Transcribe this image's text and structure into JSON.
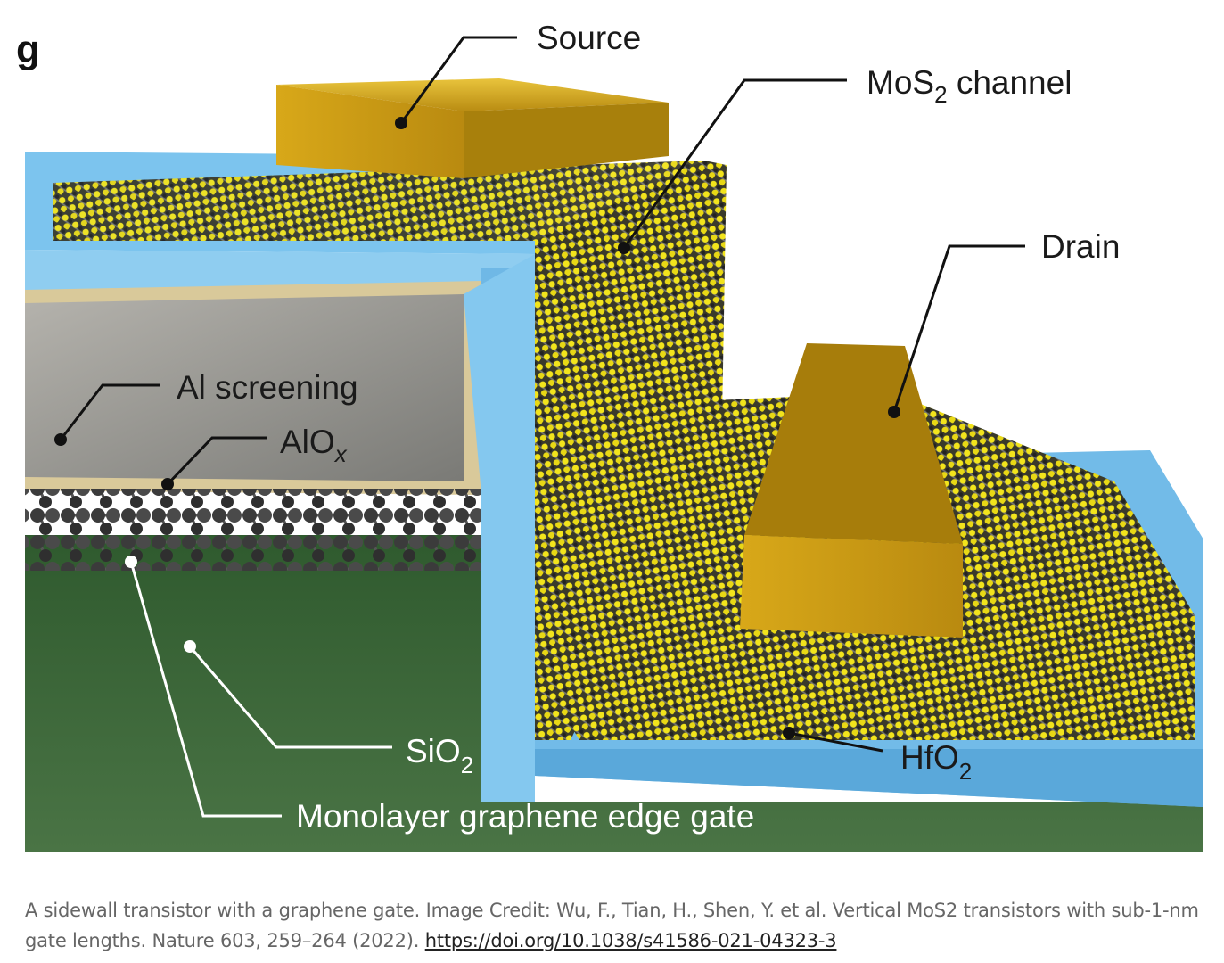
{
  "figure": {
    "panel_letter": "g",
    "labels": {
      "source": {
        "text": "Source"
      },
      "mos2_channel": {
        "main": "MoS",
        "sub": "2",
        "rest": " channel"
      },
      "drain": {
        "text": "Drain"
      },
      "al_screening": {
        "text": "Al screening"
      },
      "alox": {
        "main": "AlO",
        "sub": "x"
      },
      "sio2": {
        "main": "SiO",
        "sub": "2"
      },
      "hfo2": {
        "main": "HfO",
        "sub": "2"
      },
      "graphene_gate": {
        "text": "Monolayer graphene edge gate"
      }
    },
    "colors": {
      "gold": "#c9a020",
      "hfo2_blue": "#6fb8e6",
      "sio2_green": "#3f6b3a",
      "al_gray": "#9a9a96",
      "alox_beige": "#d9c99a",
      "sulfur_yellow": "#f2e41c",
      "mo_dark": "#2a2a2a"
    }
  },
  "caption": {
    "text": "A sidewall transistor with a graphene gate. Image Credit: Wu, F., Tian, H., Shen, Y. et al. Vertical MoS2 transistors with sub-1-nm gate lengths. Nature 603, 259–264 (2022). ",
    "link": "https://doi.org/10.1038/s41586-021-04323-3"
  }
}
